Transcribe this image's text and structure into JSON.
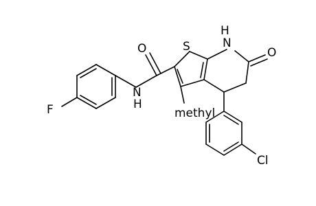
{
  "structure": {
    "atom_labels": {
      "fluorine": "F",
      "amide_nh": "N",
      "amide_h": "H",
      "amide_oxygen": "O",
      "sulfur": "S",
      "ring_nh": "N",
      "ring_h": "H",
      "lactam_oxygen": "O",
      "methyl": "methyl",
      "chlorine": "Cl"
    }
  }
}
